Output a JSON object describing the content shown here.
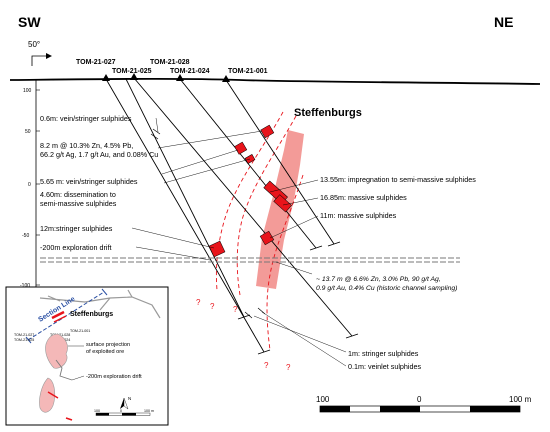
{
  "compass": {
    "left": "SW",
    "right": "NE",
    "azimuth": "50°"
  },
  "drillholes_upper": [
    "TOM-21-027",
    "TOM-21-028"
  ],
  "drillholes_lower": [
    "TOM-21-025",
    "TOM-21-024",
    "TOM-21-001"
  ],
  "deposit_label": "Steffenburgs",
  "depth_ticks": [
    "100",
    "50",
    "0",
    "-50",
    "-100"
  ],
  "annotations_left": [
    "0.6m: vein/stringer sulphides",
    "8.2 m @ 10.3% Zn, 4.5% Pb,",
    "66.2 g/t Ag, 1.7 g/t Au, and 0.08% Cu",
    "5.65 m: vein/stringer sulphides",
    "4.60m: dissemination to",
    "semi-massive sulphides",
    "12m:stringer sulphides",
    "-200m exploration drift"
  ],
  "annotations_right": [
    "13.55m: impregnation to semi-massive sulphides",
    "16.85m: massive sulphides",
    "11m: massive sulphides"
  ],
  "channel_note": [
    "~ 13.7 m @ 6.6% Zn, 3.0% Pb, 90 g/t Ag,",
    "0.9 g/t Au, 0.4% Cu (historic channel sampling)"
  ],
  "annotations_bottom": [
    "1m: stringer sulphides",
    "0.1m: veinlet sulphides"
  ],
  "question_mark": "?",
  "scale_bar": {
    "labels": [
      "100",
      "0",
      "100 m"
    ]
  },
  "inset": {
    "section_line": "Section Line",
    "deposit": "Steffenburgs",
    "holes": [
      "TOM-21-027",
      "TOM-21-025",
      "TOM-21-028",
      "TOM-21-024",
      "TOM-21-001"
    ],
    "ore_label": [
      "surface projection",
      "of exploited ore"
    ],
    "drift_label": "-200m exploration drift",
    "north": "N",
    "scale_labels": [
      "100",
      "0",
      "100 m"
    ]
  },
  "colors": {
    "ore": "#e8141b",
    "ore_zone": "#f18a86",
    "inset_ore": "#f4b8b8",
    "line": "#000000"
  }
}
